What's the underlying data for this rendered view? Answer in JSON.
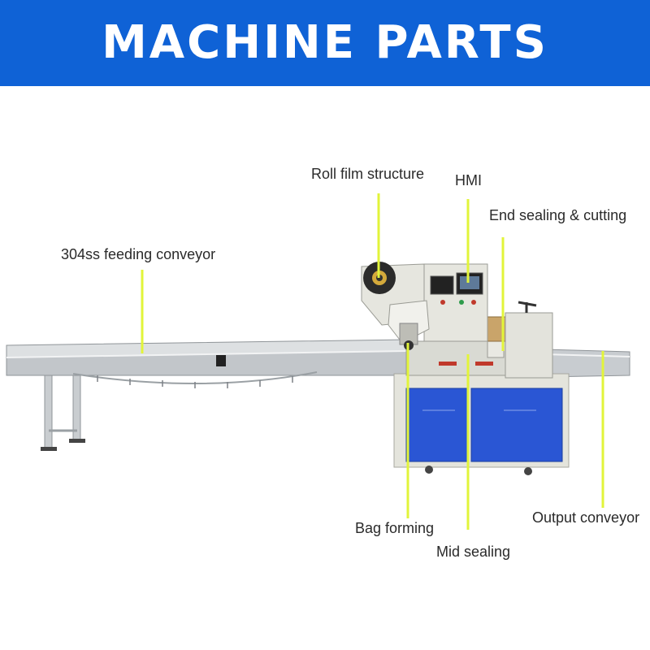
{
  "header": {
    "title": "MACHINE PARTS",
    "background_color": "#0f62d6",
    "text_color": "#ffffff"
  },
  "leader_line_color": "#e2f43a",
  "callouts": {
    "roll_film_structure": "Roll film structure",
    "hmi": "HMI",
    "end_sealing_cutting": "End sealing & cutting",
    "feeding_conveyor": "304ss feeding conveyor",
    "bag_forming": "Bag forming",
    "mid_sealing": "Mid sealing",
    "output_conveyor": "Output conveyor"
  },
  "machine": {
    "cabinet_color": "#e4e4dc",
    "door_color": "#2a56d4",
    "steel_color": "#cfd3d6"
  }
}
